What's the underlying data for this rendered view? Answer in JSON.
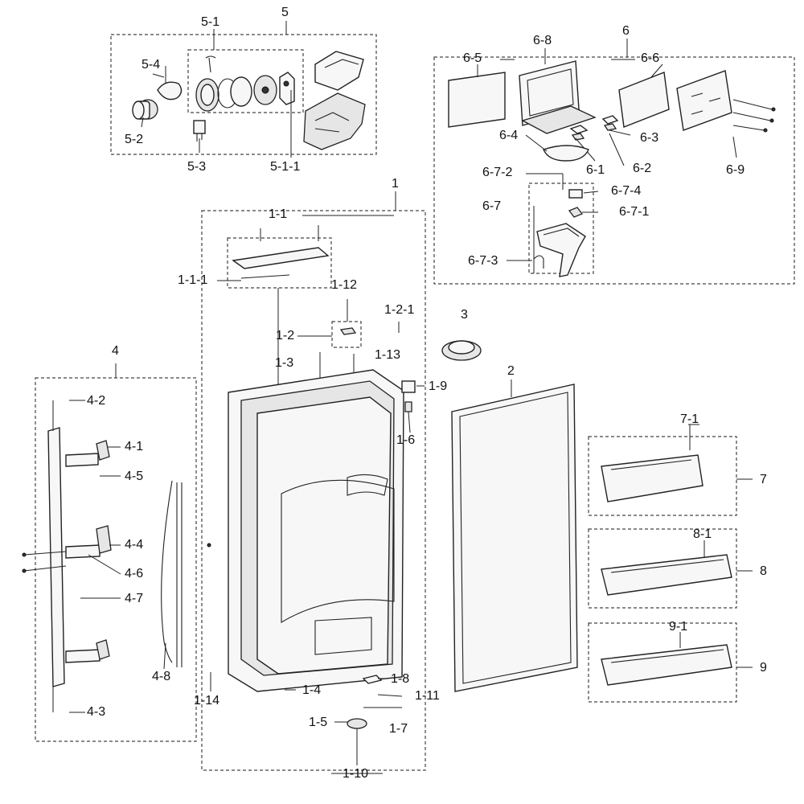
{
  "labels": {
    "g5": "5",
    "p5_1": "5-1",
    "p5_4": "5-4",
    "p5_2": "5-2",
    "p5_3": "5-3",
    "p5_1_1": "5-1-1",
    "g6": "6",
    "p6_5": "6-5",
    "p6_8": "6-8",
    "p6_6": "6-6",
    "p6_4": "6-4",
    "p6_3": "6-3",
    "p6_1": "6-1",
    "p6_2": "6-2",
    "p6_9": "6-9",
    "p6_7_2": "6-7-2",
    "p6_7_4": "6-7-4",
    "p6_7": "6-7",
    "p6_7_1": "6-7-1",
    "p6_7_3": "6-7-3",
    "g1": "1",
    "p1_1": "1-1",
    "p1_1_1": "1-1-1",
    "p1_12": "1-12",
    "p1_2_1": "1-2-1",
    "p1_2": "1-2",
    "p1_3": "1-3",
    "p1_13": "1-13",
    "p1_9": "1-9",
    "p1_6": "1-6",
    "p1_8": "1-8",
    "p1_4": "1-4",
    "p1_11": "1-11",
    "p1_5": "1-5",
    "p1_7": "1-7",
    "p1_10": "1-10",
    "p1_14": "1-14",
    "g2": "2",
    "g3": "3",
    "g4": "4",
    "p4_2": "4-2",
    "p4_1": "4-1",
    "p4_5": "4-5",
    "p4_4": "4-4",
    "p4_6": "4-6",
    "p4_7": "4-7",
    "p4_8": "4-8",
    "p4_3": "4-3",
    "g7": "7",
    "p7_1": "7-1",
    "g8": "8",
    "p8_1": "8-1",
    "g9": "9",
    "p9_1": "9-1"
  }
}
